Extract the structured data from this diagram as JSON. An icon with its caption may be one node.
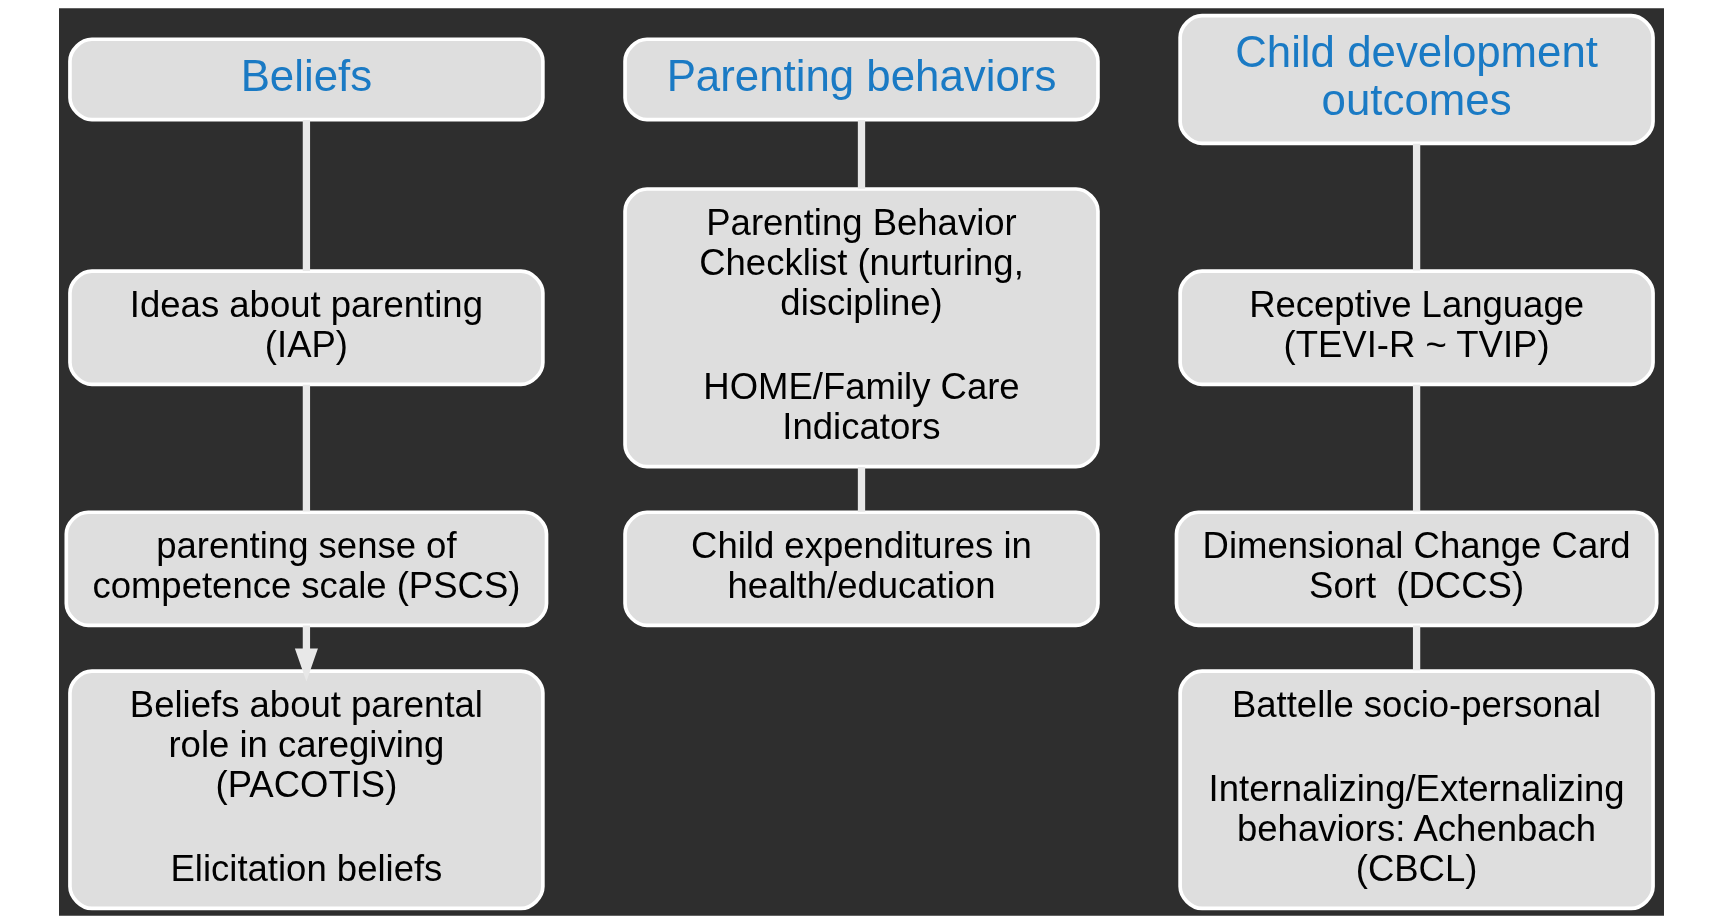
{
  "diagram": {
    "nodes": [
      {
        "text": [
          "Beliefs"
        ]
      },
      {
        "text": [
          "Ideas about parenting (IAP)"
        ]
      },
      {
        "text": [
          "parenting sense of competence scale (PSCS)"
        ]
      },
      {
        "text": [
          "Beliefs about parental role in caregiving (PACOTIS)",
          "Elicitation beliefs"
        ]
      },
      {
        "text": [
          "Parenting behaviors"
        ]
      },
      {
        "text": [
          "Parenting Behavior Checklist (nurturing, discipline)",
          "HOME/Family Care Indicators"
        ]
      },
      {
        "text": [
          "Child expenditures in health/education"
        ]
      },
      {
        "text": [
          "Child development outcomes"
        ]
      },
      {
        "text": [
          "Receptive Language (TEVI-R ~ TVIP)"
        ]
      },
      {
        "text": [
          "Dimensional Change Card Sort  (DCCS)"
        ]
      },
      {
        "text": [
          "Battelle socio-personal",
          "Internalizing/Externalizing behaviors: Achenbach (CBCL)"
        ]
      }
    ],
    "edges": [
      {
        "from": 0,
        "to": 1,
        "arrow": "none"
      },
      {
        "from": 1,
        "to": 2,
        "arrow": "none"
      },
      {
        "from": 2,
        "to": 3,
        "arrow": "to"
      },
      {
        "from": 4,
        "to": 5,
        "arrow": "none"
      },
      {
        "from": 5,
        "to": 6,
        "arrow": "none"
      },
      {
        "from": 7,
        "to": 8,
        "arrow": "none"
      },
      {
        "from": 8,
        "to": 9,
        "arrow": "none"
      },
      {
        "from": 9,
        "to": 10,
        "arrow": "none"
      }
    ]
  }
}
